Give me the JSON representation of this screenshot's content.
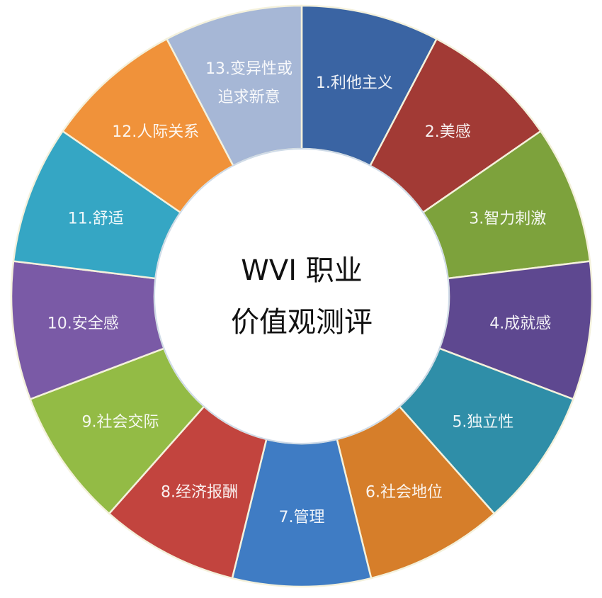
{
  "diagram": {
    "type": "donut-wheel",
    "title_line1": "WVI 职业",
    "title_line2": "价值观测评",
    "segments": [
      {
        "number": "1",
        "label": "1.利他主义",
        "lines": [
          "1.利他主义"
        ],
        "color": "#3a64a3"
      },
      {
        "number": "2",
        "label": "2.美感",
        "lines": [
          "2.美感"
        ],
        "color": "#a23a35"
      },
      {
        "number": "3",
        "label": "3.智力刺激",
        "lines": [
          "3.智力刺激"
        ],
        "color": "#7da23c"
      },
      {
        "number": "4",
        "label": "4.成就感",
        "lines": [
          "4.成就感"
        ],
        "color": "#5e4890"
      },
      {
        "number": "5",
        "label": "5.独立性",
        "lines": [
          "5.独立性"
        ],
        "color": "#2f8ea8"
      },
      {
        "number": "6",
        "label": "6.社会地位",
        "lines": [
          "6.社会地位"
        ],
        "color": "#d67e2a"
      },
      {
        "number": "7",
        "label": "7.管理",
        "lines": [
          "7.管理"
        ],
        "color": "#3f7cc4"
      },
      {
        "number": "8",
        "label": "8.经济报酬",
        "lines": [
          "8.经济报酬"
        ],
        "color": "#c2443e"
      },
      {
        "number": "9",
        "label": "9.社会交际",
        "lines": [
          "9.社会交际"
        ],
        "color": "#93bb45"
      },
      {
        "number": "10",
        "label": "10.安全感",
        "lines": [
          "10.安全感"
        ],
        "color": "#7a5aa6"
      },
      {
        "number": "11",
        "label": "11.舒适",
        "lines": [
          "11.舒适"
        ],
        "color": "#35a6c4"
      },
      {
        "number": "12",
        "label": "12.人际关系",
        "lines": [
          "12.人际关系"
        ],
        "color": "#f0923a"
      },
      {
        "number": "13",
        "label": "13.变异性或追求新意",
        "lines": [
          "13.变异性或",
          "追求新意"
        ],
        "color": "#a6b7d6"
      }
    ]
  }
}
